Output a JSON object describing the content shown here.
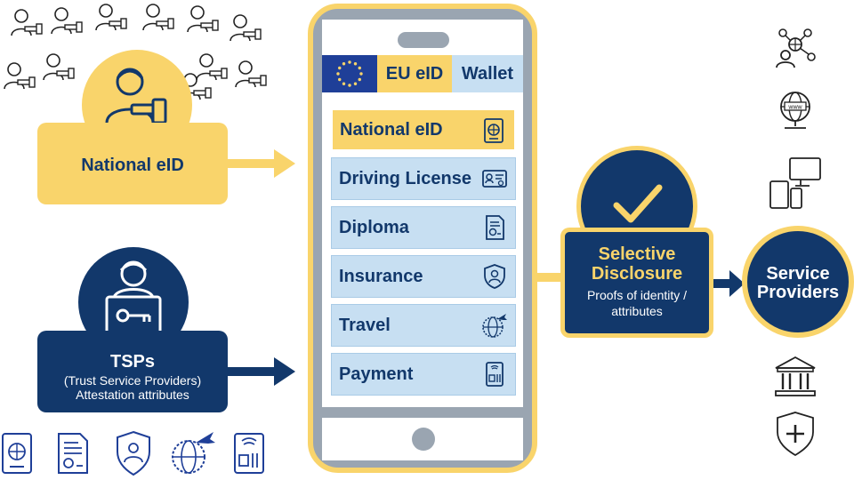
{
  "wallet": {
    "title_part1": "EU eID",
    "title_part2": "Wallet",
    "credentials": [
      {
        "label": "National eID",
        "icon": "passport-icon",
        "highlight": true
      },
      {
        "label": "Driving License",
        "icon": "id-card-icon",
        "highlight": false
      },
      {
        "label": "Diploma",
        "icon": "certificate-icon",
        "highlight": false
      },
      {
        "label": "Insurance",
        "icon": "shield-person-icon",
        "highlight": false
      },
      {
        "label": "Travel",
        "icon": "globe-plane-icon",
        "highlight": false
      },
      {
        "label": "Payment",
        "icon": "payment-card-icon",
        "highlight": false
      }
    ]
  },
  "left": {
    "national_eid": "National eID",
    "tsps": {
      "title": "TSPs",
      "subtitle": "(Trust Service Providers)",
      "caption": "Attestation attributes"
    }
  },
  "selective_disclosure": {
    "title_line1": "Selective",
    "title_line2": "Disclosure",
    "caption_line1": "Proofs of identity /",
    "caption_line2": "attributes"
  },
  "service_providers": {
    "line1": "Service",
    "line2": "Providers"
  },
  "colors": {
    "yellow": "#f9d46b",
    "navy": "#12386b",
    "light_blue": "#c7dff2",
    "eu_blue": "#1f3f98",
    "eu_star": "#f9d46b"
  }
}
